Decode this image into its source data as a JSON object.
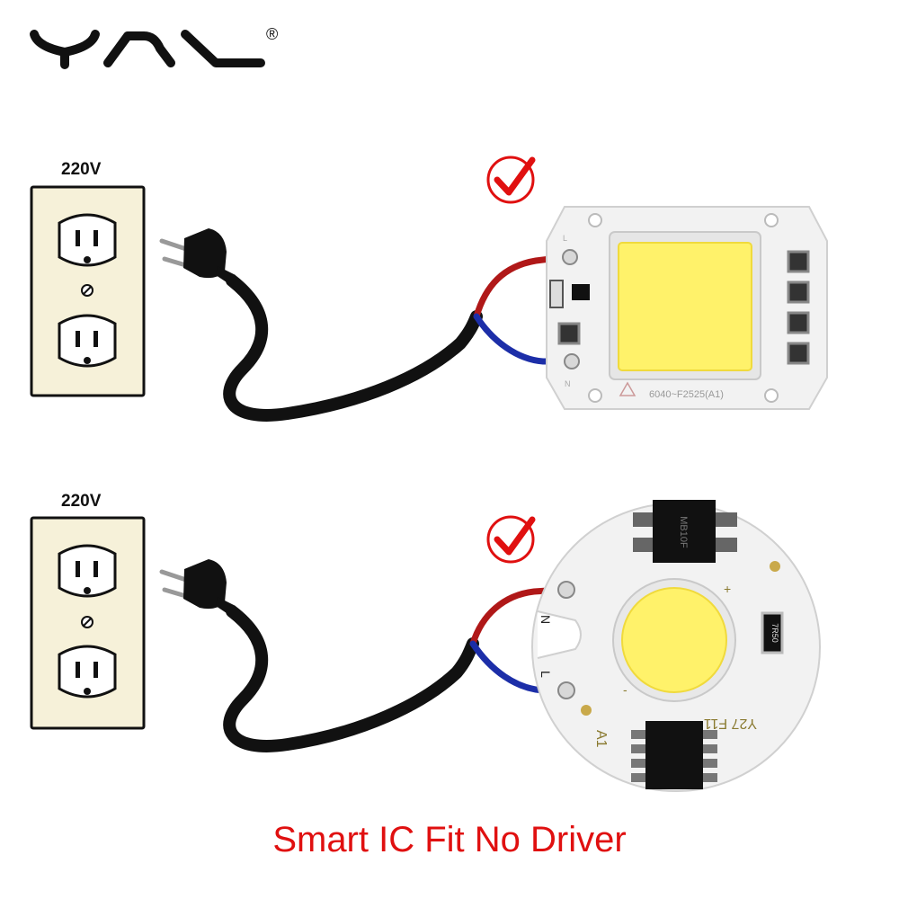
{
  "brand": {
    "logo": "YNL",
    "registered_mark": "®",
    "logo_color": "#111111"
  },
  "panels": [
    {
      "voltage_label": "220V",
      "module_shape": "rectangular",
      "module_model": "6040~F2525(A1)",
      "pad_labels": [
        "L",
        "N"
      ],
      "check_icon": "check-circle-icon"
    },
    {
      "voltage_label": "220V",
      "module_shape": "round",
      "pad_labels": [
        "N",
        "L"
      ],
      "chip_top_marking": "MB10F",
      "resistor_marking": "7R50",
      "board_markings": [
        "A1",
        "Y27 F11"
      ],
      "polarity_marks": [
        "+",
        "-"
      ],
      "check_icon": "check-circle-icon"
    }
  ],
  "tagline": "Smart IC Fit No Driver",
  "colors": {
    "tagline": "#e01010",
    "wire_live": "#b01818",
    "wire_neutral": "#1c2ea8",
    "cable": "#111111",
    "outlet_plate": "#f6f1d9",
    "led_phosphor": "#fff26a",
    "pcb": "#f2f2f2"
  }
}
